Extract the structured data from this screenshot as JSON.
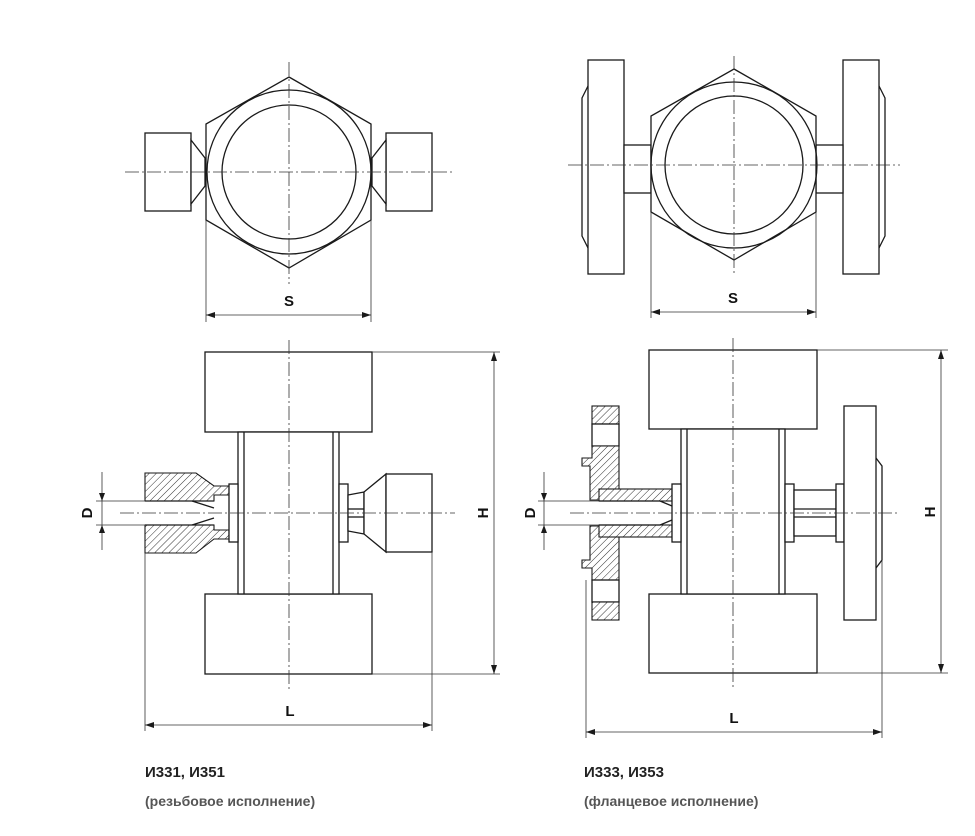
{
  "labels": {
    "s": "S",
    "l": "L",
    "h": "H",
    "d": "D"
  },
  "threaded": {
    "model": "И331, И351",
    "variant": "(резьбовое исполнение)"
  },
  "flanged": {
    "model": "И333, И353",
    "variant": "(фланцевое исполнение)"
  },
  "colors": {
    "line": "#1a1a1a",
    "caption_title": "#222222",
    "caption_sub": "#555555"
  }
}
